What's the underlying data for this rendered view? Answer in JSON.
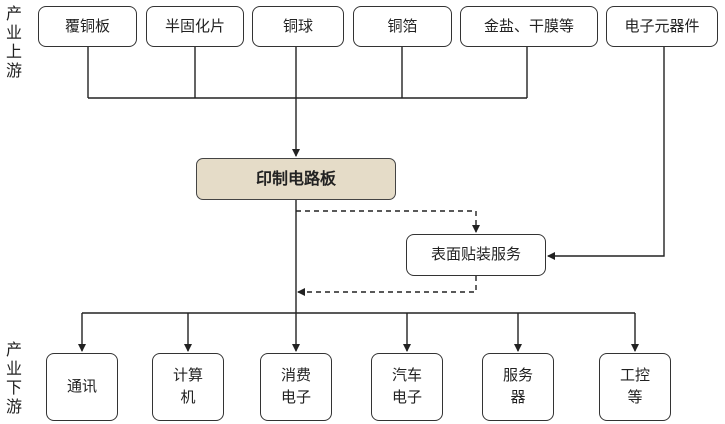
{
  "labels": {
    "upstream": "产\n业\n上\n游",
    "downstream": "产\n业\n下\n游"
  },
  "upstream_items": [
    "覆铜板",
    "半固化片",
    "铜球",
    "铜箔",
    "金盐、干膜等",
    "电子元器件"
  ],
  "center": "印制电路板",
  "service": "表面贴装服务",
  "downstream_items": [
    "通讯",
    "计算\n机",
    "消费\n电子",
    "汽车\n电子",
    "服务\n器",
    "工控\n等"
  ]
}
